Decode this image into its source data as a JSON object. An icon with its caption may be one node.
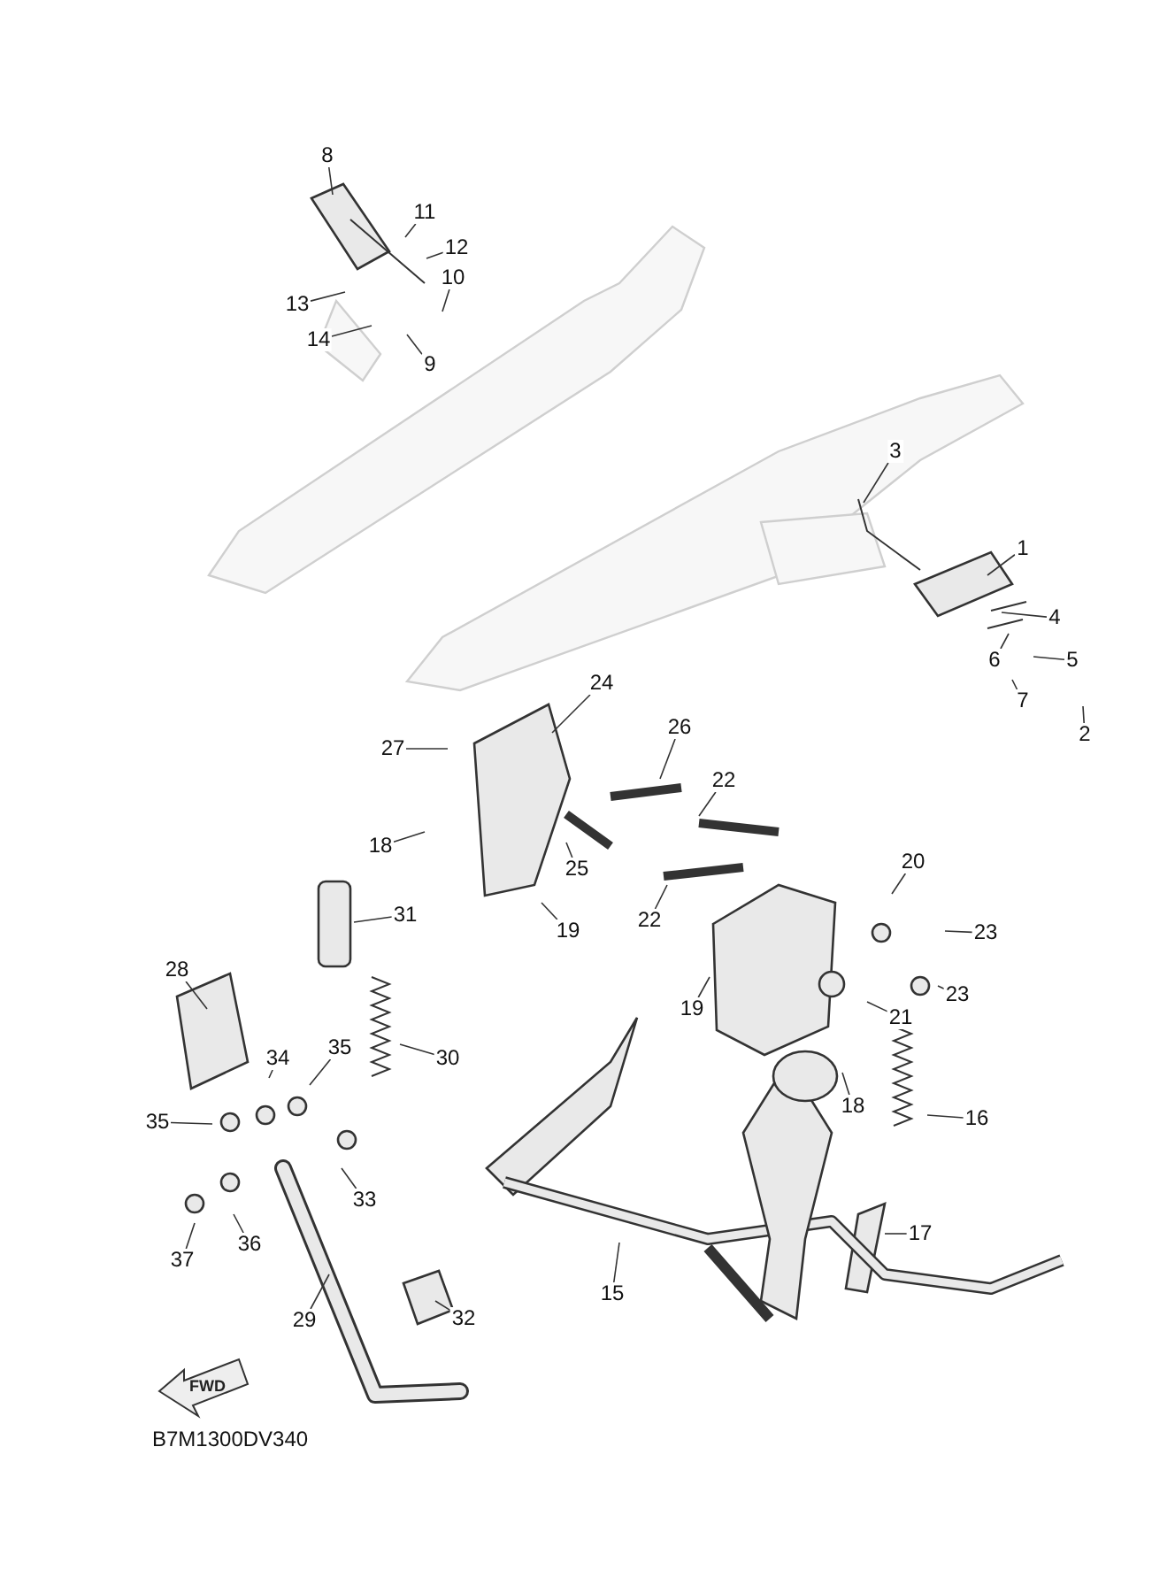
{
  "diagram": {
    "nodes": [
      {
        "text": [
          "8"
        ]
      },
      {
        "text": [
          "11"
        ]
      },
      {
        "text": [
          "12"
        ]
      },
      {
        "text": [
          "10"
        ]
      },
      {
        "text": [
          "13"
        ]
      },
      {
        "text": [
          "14"
        ]
      },
      {
        "text": [
          "9"
        ]
      },
      {
        "text": [
          "3"
        ]
      },
      {
        "text": [
          "1"
        ]
      },
      {
        "text": [
          "4"
        ]
      },
      {
        "text": [
          "5"
        ]
      },
      {
        "text": [
          "6"
        ]
      },
      {
        "text": [
          "7"
        ]
      },
      {
        "text": [
          "2"
        ]
      },
      {
        "text": [
          "24"
        ]
      },
      {
        "text": [
          "26"
        ]
      },
      {
        "text": [
          "27"
        ]
      },
      {
        "text": [
          "22"
        ]
      },
      {
        "text": [
          "18"
        ]
      },
      {
        "text": [
          "25"
        ]
      },
      {
        "text": [
          "20"
        ]
      },
      {
        "text": [
          "31"
        ]
      },
      {
        "text": [
          "22"
        ]
      },
      {
        "text": [
          "19"
        ]
      },
      {
        "text": [
          "23"
        ]
      },
      {
        "text": [
          "28"
        ]
      },
      {
        "text": [
          "23"
        ]
      },
      {
        "text": [
          "19"
        ]
      },
      {
        "text": [
          "21"
        ]
      },
      {
        "text": [
          "35"
        ]
      },
      {
        "text": [
          "34"
        ]
      },
      {
        "text": [
          "30"
        ]
      },
      {
        "text": [
          "18"
        ]
      },
      {
        "text": [
          "16"
        ]
      },
      {
        "text": [
          "35"
        ]
      },
      {
        "text": [
          "33"
        ]
      },
      {
        "text": [
          "17"
        ]
      },
      {
        "text": [
          "36"
        ]
      },
      {
        "text": [
          "37"
        ]
      },
      {
        "text": [
          "15"
        ]
      },
      {
        "text": [
          "29"
        ]
      },
      {
        "text": [
          "32"
        ]
      }
    ],
    "edges": [
      {
        "from": 0,
        "to": null,
        "arrow": "none"
      },
      {
        "from": 1,
        "to": null,
        "arrow": "none"
      },
      {
        "from": 2,
        "to": null,
        "arrow": "none"
      },
      {
        "from": 3,
        "to": null,
        "arrow": "none"
      },
      {
        "from": 4,
        "to": null,
        "arrow": "none"
      },
      {
        "from": 5,
        "to": null,
        "arrow": "none"
      },
      {
        "from": 6,
        "to": null,
        "arrow": "none"
      },
      {
        "from": 7,
        "to": null,
        "arrow": "none"
      },
      {
        "from": 8,
        "to": null,
        "arrow": "none"
      },
      {
        "from": 9,
        "to": null,
        "arrow": "none"
      },
      {
        "from": 10,
        "to": null,
        "arrow": "none"
      },
      {
        "from": 11,
        "to": null,
        "arrow": "none"
      },
      {
        "from": 12,
        "to": null,
        "arrow": "none"
      },
      {
        "from": 13,
        "to": null,
        "arrow": "none"
      },
      {
        "from": 14,
        "to": null,
        "arrow": "none"
      },
      {
        "from": 15,
        "to": null,
        "arrow": "none"
      },
      {
        "from": 16,
        "to": null,
        "arrow": "none"
      },
      {
        "from": 17,
        "to": null,
        "arrow": "none"
      },
      {
        "from": 18,
        "to": null,
        "arrow": "none"
      },
      {
        "from": 19,
        "to": null,
        "arrow": "none"
      },
      {
        "from": 20,
        "to": null,
        "arrow": "none"
      },
      {
        "from": 21,
        "to": null,
        "arrow": "none"
      },
      {
        "from": 22,
        "to": null,
        "arrow": "none"
      },
      {
        "from": 23,
        "to": null,
        "arrow": "none"
      },
      {
        "from": 24,
        "to": null,
        "arrow": "none"
      },
      {
        "from": 25,
        "to": null,
        "arrow": "none"
      },
      {
        "from": 26,
        "to": null,
        "arrow": "none"
      },
      {
        "from": 27,
        "to": null,
        "arrow": "none"
      },
      {
        "from": 28,
        "to": null,
        "arrow": "none"
      },
      {
        "from": 29,
        "to": null,
        "arrow": "none"
      },
      {
        "from": 30,
        "to": null,
        "arrow": "none"
      },
      {
        "from": 31,
        "to": null,
        "arrow": "none"
      },
      {
        "from": 32,
        "to": null,
        "arrow": "none"
      },
      {
        "from": 33,
        "to": null,
        "arrow": "none"
      },
      {
        "from": 34,
        "to": null,
        "arrow": "none"
      },
      {
        "from": 35,
        "to": null,
        "arrow": "none"
      },
      {
        "from": 36,
        "to": null,
        "arrow": "none"
      },
      {
        "from": 37,
        "to": null,
        "arrow": "none"
      },
      {
        "from": 38,
        "to": null,
        "arrow": "none"
      },
      {
        "from": 39,
        "to": null,
        "arrow": "none"
      },
      {
        "from": 40,
        "to": null,
        "arrow": "none"
      },
      {
        "from": 41,
        "to": null,
        "arrow": "none"
      }
    ],
    "labels": [
      "FWD",
      "B7M1300DV340"
    ]
  }
}
